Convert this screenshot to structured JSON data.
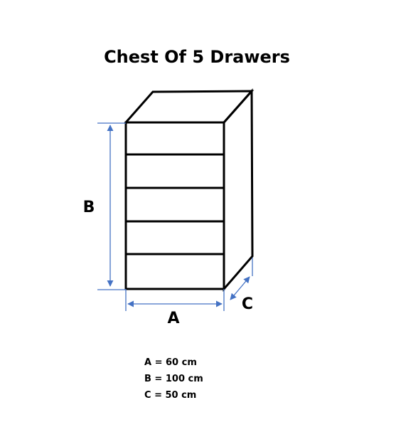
{
  "title": "Chest Of 5 Drawers",
  "labels": {
    "a": "A",
    "b": "B",
    "c": "C"
  },
  "legend": [
    "A = 60 cm",
    "B = 100 cm",
    "C = 50 cm"
  ],
  "drawer_count": 5,
  "colors": {
    "outline": "#000000",
    "dimension_arrow": "#4472c4",
    "background": "#ffffff"
  }
}
